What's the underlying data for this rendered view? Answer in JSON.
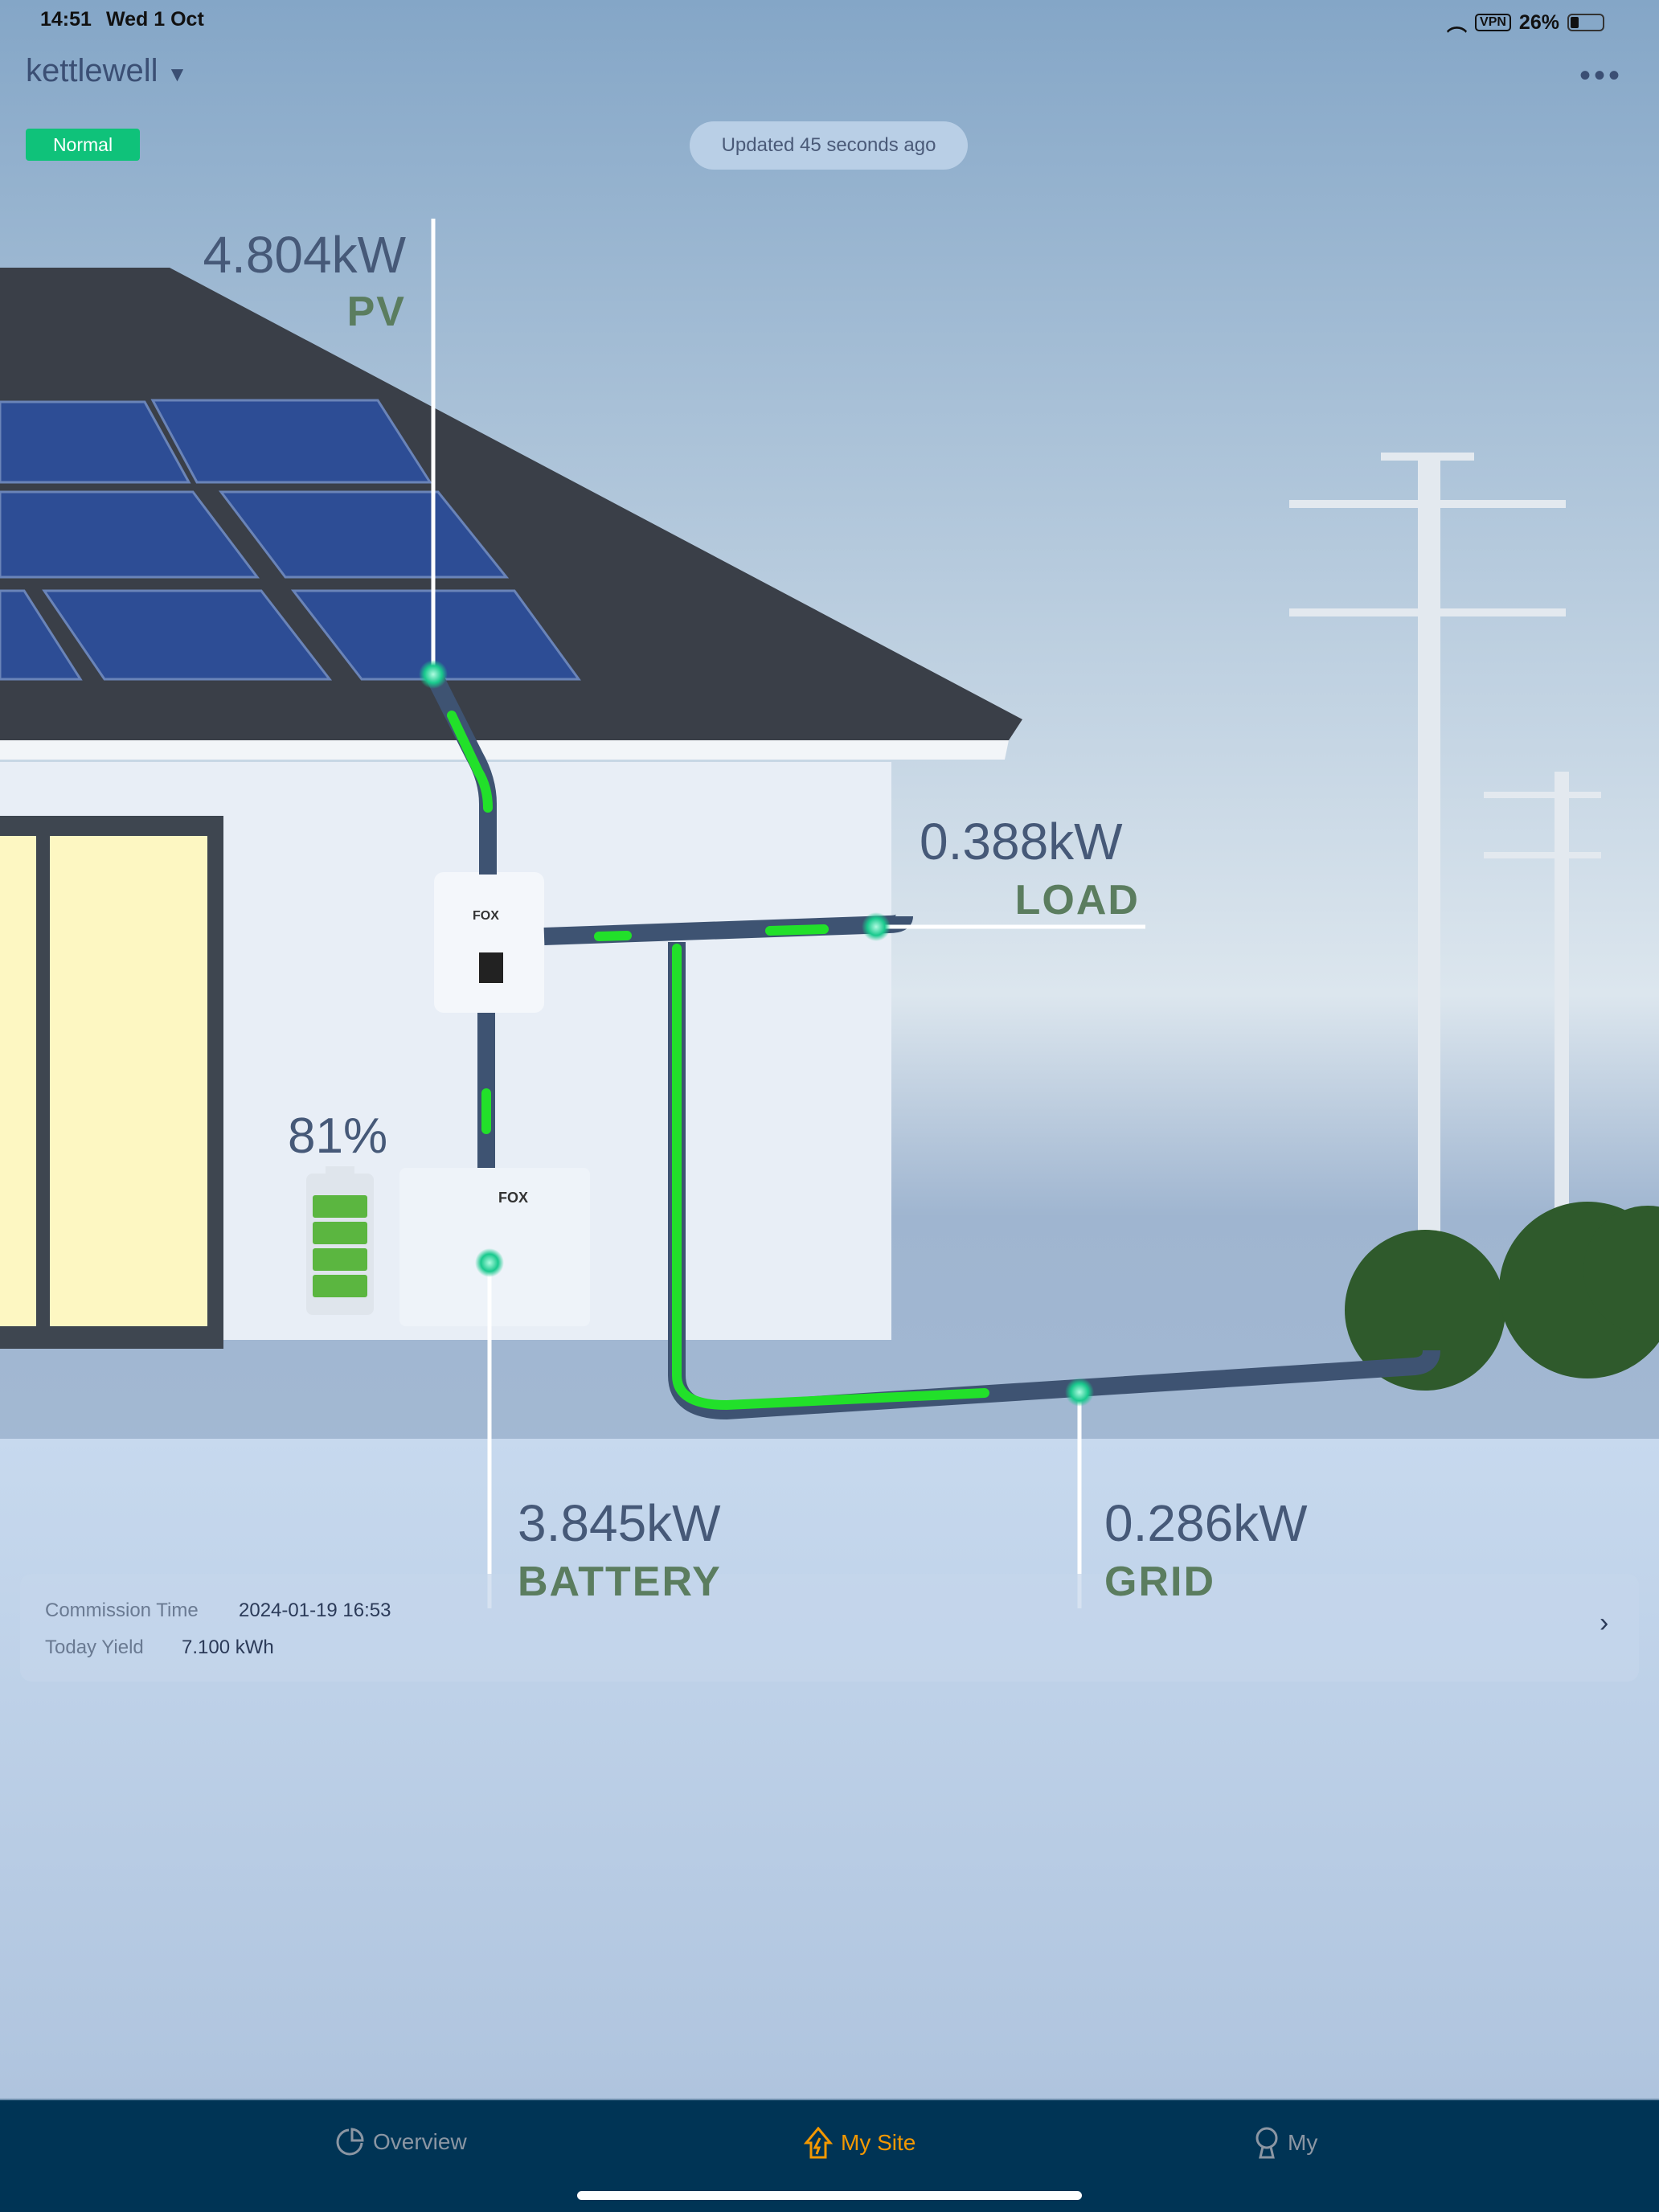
{
  "status_bar": {
    "time": "14:51",
    "date": "Wed 1 Oct",
    "vpn": "VPN",
    "battery": "26%"
  },
  "header": {
    "site_name": "kettlewell",
    "status_badge": "Normal",
    "updated": "Updated 45 seconds ago"
  },
  "flow": {
    "pv": {
      "value": "4.804kW",
      "label": "PV"
    },
    "load": {
      "value": "0.388kW",
      "label": "LOAD"
    },
    "battery": {
      "value": "3.845kW",
      "label": "BATTERY",
      "soc": "81%",
      "soc_fraction": 0.81
    },
    "grid": {
      "value": "0.286kW",
      "label": "GRID"
    },
    "brand": "FOX"
  },
  "info_card": {
    "commission_label": "Commission Time",
    "commission_value": "2024-01-19 16:53",
    "yield_label": "Today Yield",
    "yield_value": "7.100 kWh"
  },
  "nav": {
    "items": [
      {
        "label": "Overview",
        "icon": "pie-chart-icon"
      },
      {
        "label": "My Site",
        "icon": "house-bolt-icon",
        "active": true
      },
      {
        "label": "My",
        "icon": "person-icon"
      }
    ]
  },
  "colors": {
    "accent": "#f39800",
    "flow": "#22e02a",
    "nav_bg": "#003455",
    "badge": "#0fc27a"
  }
}
